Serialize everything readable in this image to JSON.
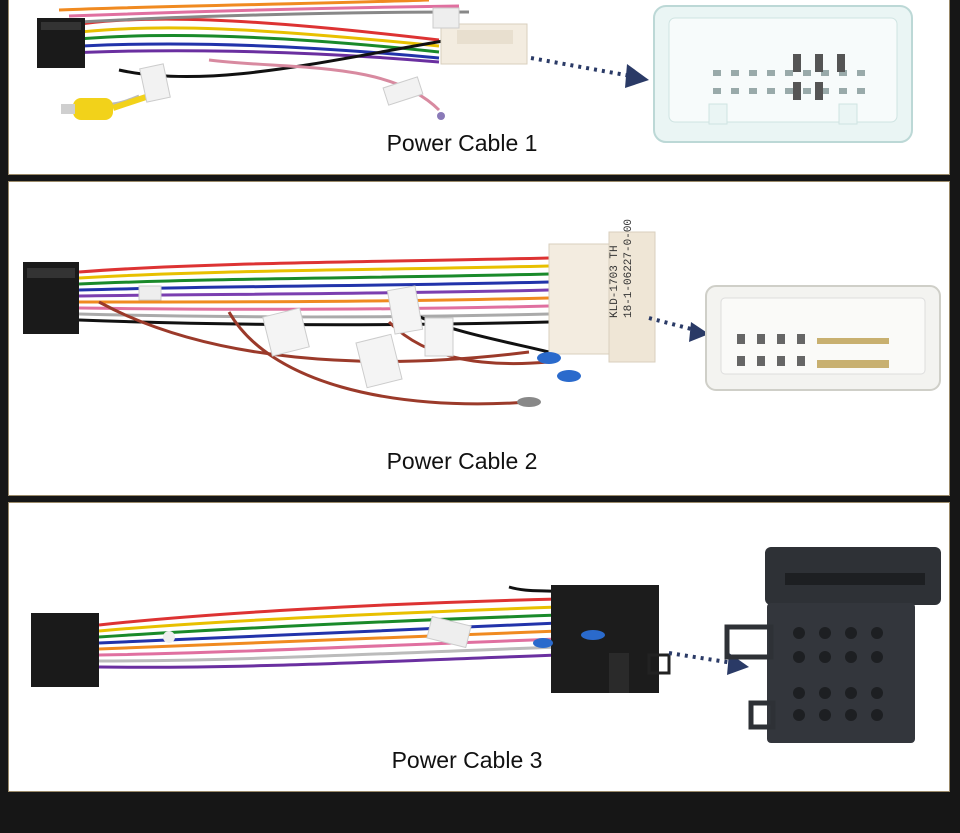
{
  "panels": [
    {
      "caption": "Power Cable 1",
      "connector_icon": "white-multi-pin-connector-icon"
    },
    {
      "caption": "Power Cable 2",
      "connector_icon": "white-multi-pin-connector-icon"
    },
    {
      "caption": "Power Cable 3",
      "connector_icon": "black-iso-connector-icon"
    }
  ],
  "labels": {
    "p2_connector_text_1": "KLD-1703 TH",
    "p2_connector_text_2": "18-1-06227-0-00"
  },
  "colors": {
    "background": "#161616",
    "panel": "#ffffff",
    "border": "#9a8a6a"
  }
}
